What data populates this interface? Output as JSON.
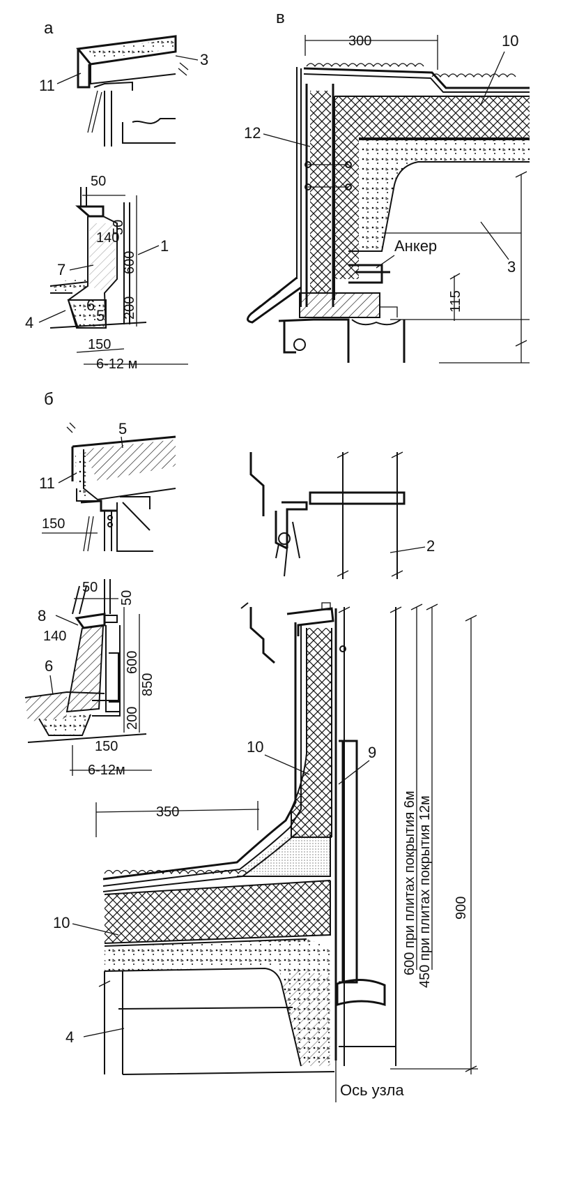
{
  "panels": {
    "a": "а",
    "b": "б",
    "v": "в"
  },
  "labels": {
    "n1": "1",
    "n2": "2",
    "n3": "3",
    "n3b": "3",
    "n4": "4",
    "n4b": "4",
    "n5": "5",
    "n5b": "5",
    "n6": "6",
    "n6b": "6",
    "n7": "7",
    "n8": "8",
    "n9": "9",
    "n10a": "10",
    "n10b": "10",
    "n10c": "10",
    "n11a": "11",
    "n11b": "11",
    "n12": "12",
    "anchor": "Анкер",
    "axis": "Ось узла"
  },
  "dims": {
    "a_50": "50",
    "a_50v": "50",
    "a_140": "140",
    "a_600": "600",
    "a_200": "200",
    "a_150": "150",
    "a_span": "6-12 м",
    "v_300": "300",
    "v_115": "115",
    "b_150top": "150",
    "b_50": "50",
    "b_50v": "50",
    "b_140": "140",
    "b_600": "600",
    "b_850": "850",
    "b_200": "200",
    "b_150": "150",
    "b_span": "6-12м",
    "b_350": "350",
    "b_600note": "600 при плитах покрытия 6м",
    "b_450note": "450 при плитах покрытия 12м",
    "b_900": "900"
  }
}
